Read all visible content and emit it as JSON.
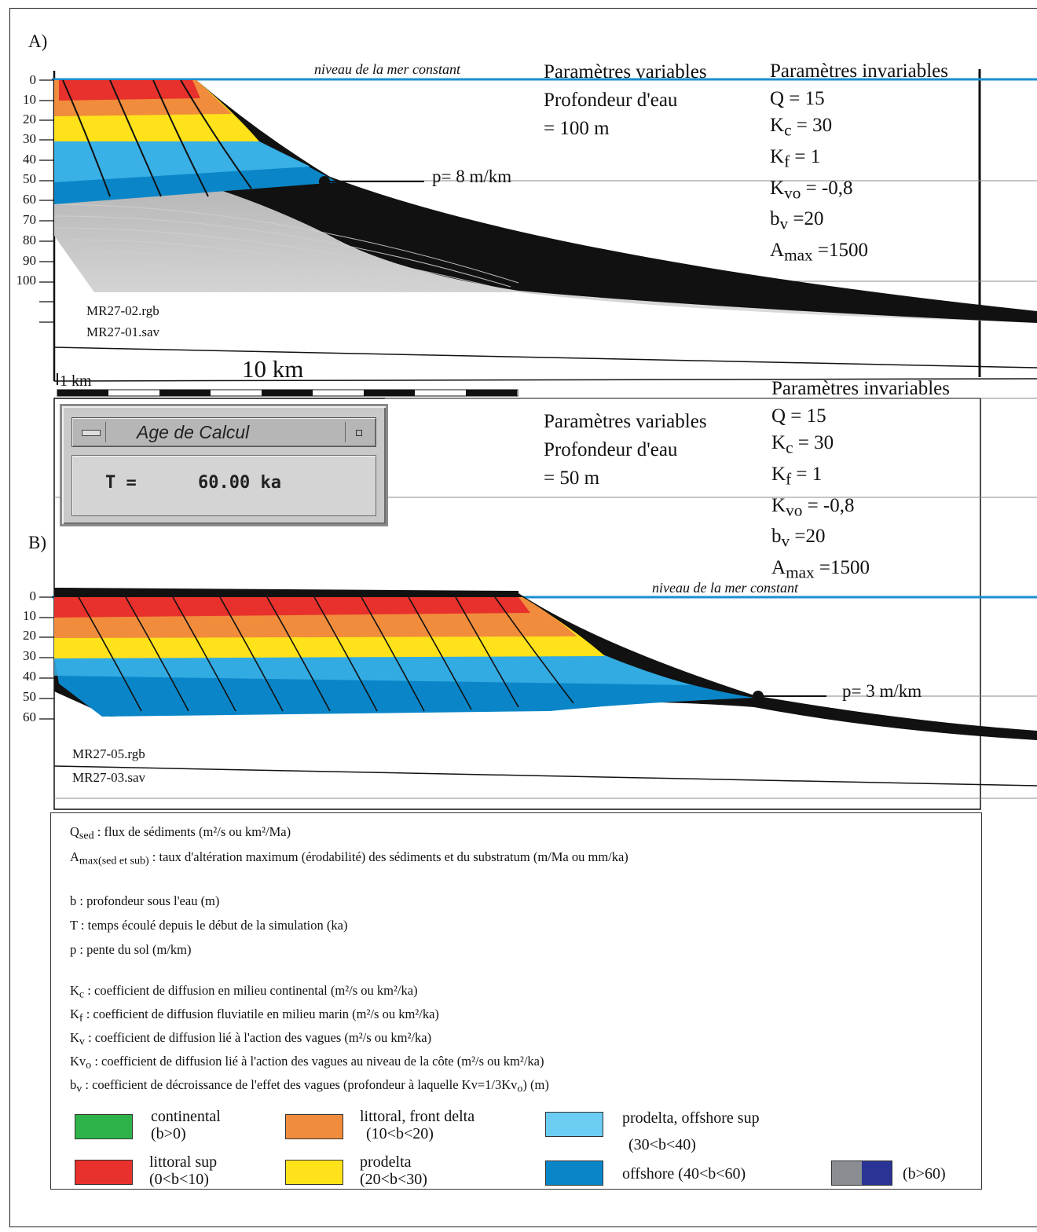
{
  "colors": {
    "continental": "#2db34a",
    "littoral_sup": "#e8312c",
    "littoral_front_delta": "#f08c3c",
    "prodelta": "#ffe21a",
    "prodelta_offshore_sup": "#6ccdf2",
    "offshore": "#0a86c8",
    "deep_grey": "#8a8d91",
    "deep_blue": "#2a3494",
    "sea_level": "#1a8fd0"
  },
  "panel_a": {
    "label": "A)",
    "sea_level_note": "niveau de la mer constant",
    "depth_ticks": [
      "0",
      "10",
      "20",
      "30",
      "40",
      "50",
      "60",
      "70",
      "80",
      "90",
      "100"
    ],
    "slope": "p= 8 m/km",
    "file_rgb": "MR27-02.rgb",
    "file_sav": "MR27-01.sav",
    "scale_small": "1 km",
    "scale_big": "10 km",
    "variable_title": "Paramètres variables",
    "variable_lines": [
      "Profondeur d'eau",
      "= 100 m"
    ],
    "invariable_title": "Paramètres invariables",
    "Q": "Q = 15",
    "Kc": "= 30",
    "Kf": "= 1",
    "Kvo": "= -0,8",
    "bv": "=20",
    "Amax": "=1500"
  },
  "panel_b": {
    "label": "B)",
    "sea_level_note": "niveau de la mer constant",
    "depth_ticks": [
      "0",
      "10",
      "20",
      "30",
      "40",
      "50",
      "60"
    ],
    "slope": "p= 3 m/km",
    "file_rgb": "MR27-05.rgb",
    "file_sav": "MR27-03.sav",
    "variable_title": "Paramètres variables",
    "variable_lines": [
      "Profondeur d'eau",
      "= 50 m"
    ],
    "invariable_title": "Paramètres invariables",
    "Q": "Q = 15",
    "Kc": "= 30",
    "Kf": "= 1",
    "Kvo": "= -0,8",
    "bv": "=20",
    "Amax": "=1500"
  },
  "dialog": {
    "title": "Age de Calcul",
    "t_label": "T =",
    "t_value": "60.00 ka"
  },
  "legend": {
    "qsed": ": flux de sédiments (m²/s ou km²/Ma)",
    "amax": ": taux d'altération maximum (érodabilité) des sédiments et du substratum (m/Ma ou mm/ka)",
    "b": "b : profondeur sous l'eau (m)",
    "t": "T : temps écoulé depuis le début de la simulation (ka)",
    "p": "p : pente du sol (m/km)",
    "kc": ": coefficient de diffusion en milieu continental (m²/s ou km²/ka)",
    "kf": ": coefficient de diffusion fluviatile en milieu marin (m²/s ou km²/ka)",
    "kv": ": coefficient de diffusion lié à l'action des vagues (m²/s ou km²/ka)",
    "kvo": ": coefficient de diffusion lié à l'action des vagues au niveau de la côte (m²/s ou km²/ka)",
    "bv": ": coefficient de décroissance de l'effet des vagues (profondeur à laquelle Kv=1/3Kv",
    "bv_end": ") (m)",
    "classes": [
      {
        "name": "continental",
        "range": "(b>0)"
      },
      {
        "name": "littoral sup",
        "range": "(0<b<10)"
      },
      {
        "name": "littoral, front delta",
        "range": "(10<b<20)"
      },
      {
        "name": "prodelta",
        "range": "(20<b<30)"
      },
      {
        "name": "prodelta, offshore sup",
        "range": "(30<b<40)"
      },
      {
        "name": "offshore (40<b<60)",
        "range": ""
      },
      {
        "name": "(b>60)",
        "range": ""
      }
    ]
  }
}
